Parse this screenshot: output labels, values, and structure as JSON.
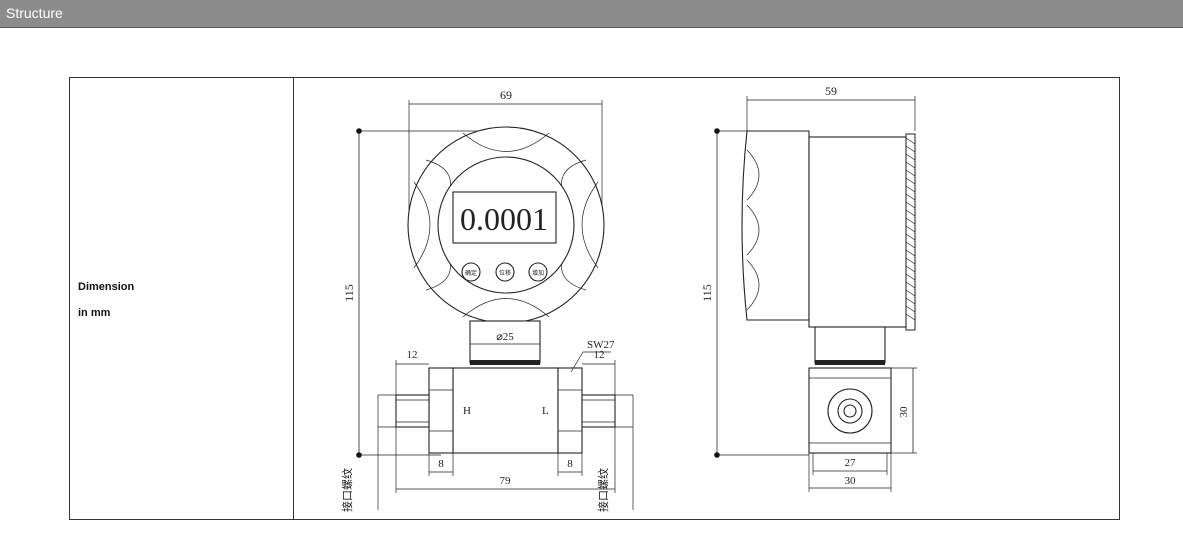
{
  "section": {
    "title": "Structure"
  },
  "table": {
    "label_line1": "Dimension",
    "label_line2": "in mm"
  },
  "front_view": {
    "display_value": "0.0001",
    "buttons": [
      "确定",
      "位移",
      "增加"
    ],
    "dim_top_width": "69",
    "dim_height": "115",
    "dim_neck_dia": "⌀25",
    "dim_wrench": "SW27",
    "dim_left_thread": "12",
    "dim_right_thread": "12",
    "dim_left_nut": "8",
    "dim_right_nut": "8",
    "dim_body_length": "79",
    "port_high": "H",
    "port_low": "L",
    "thread_label_left": "接口螺纹",
    "thread_label_right": "接口螺纹"
  },
  "side_view": {
    "dim_top_width": "59",
    "dim_height": "115",
    "dim_block_height": "30",
    "dim_inner_width": "27",
    "dim_outer_width": "30"
  }
}
